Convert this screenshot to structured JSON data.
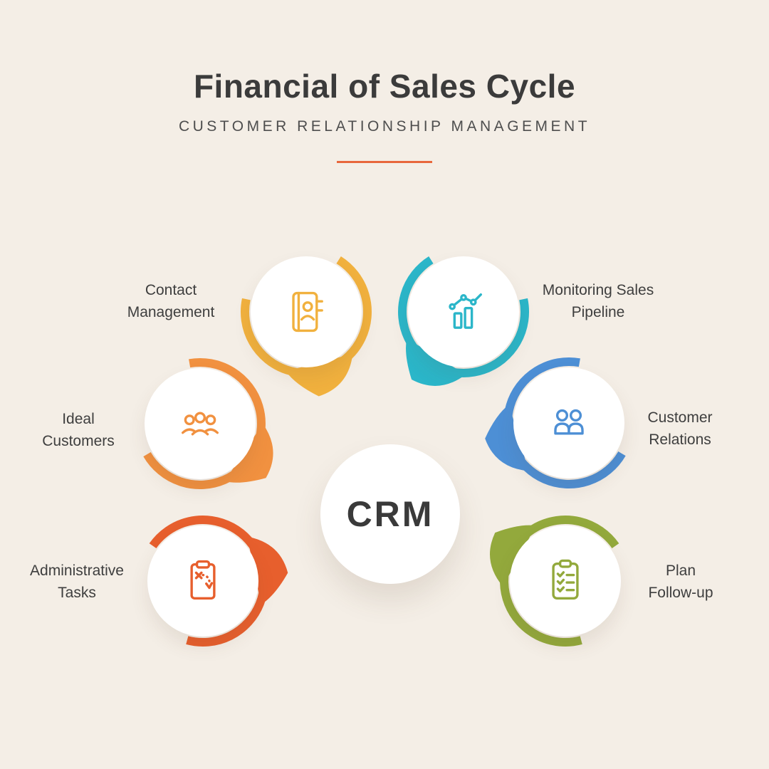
{
  "background_color": "#F4EEE6",
  "header": {
    "title": "Financial of Sales Cycle",
    "subtitle": "CUSTOMER RELATIONSHIP MANAGEMENT",
    "divider_color": "#E8673C"
  },
  "center": {
    "label": "CRM"
  },
  "items": [
    {
      "id": "contact-management",
      "label_line1": "Contact",
      "label_line2": "Management",
      "color": "#F1B13E",
      "icon": "address-book-icon"
    },
    {
      "id": "monitoring-sales-pipeline",
      "label_line1": "Monitoring Sales",
      "label_line2": "Pipeline",
      "color": "#2BB6C9",
      "icon": "sales-pipeline-chart-icon"
    },
    {
      "id": "ideal-customers",
      "label_line1": "Ideal",
      "label_line2": "Customers",
      "color": "#F19140",
      "icon": "people-group-icon"
    },
    {
      "id": "customer-relations",
      "label_line1": "Customer",
      "label_line2": "Relations",
      "color": "#4D8FD5",
      "icon": "two-people-icon"
    },
    {
      "id": "administrative-tasks",
      "label_line1": "Administrative",
      "label_line2": "Tasks",
      "color": "#E75F2D",
      "icon": "strategy-plan-icon"
    },
    {
      "id": "plan-follow-up",
      "label_line1": "Plan",
      "label_line2": "Follow-up",
      "color": "#93A93C",
      "icon": "checklist-icon"
    }
  ]
}
